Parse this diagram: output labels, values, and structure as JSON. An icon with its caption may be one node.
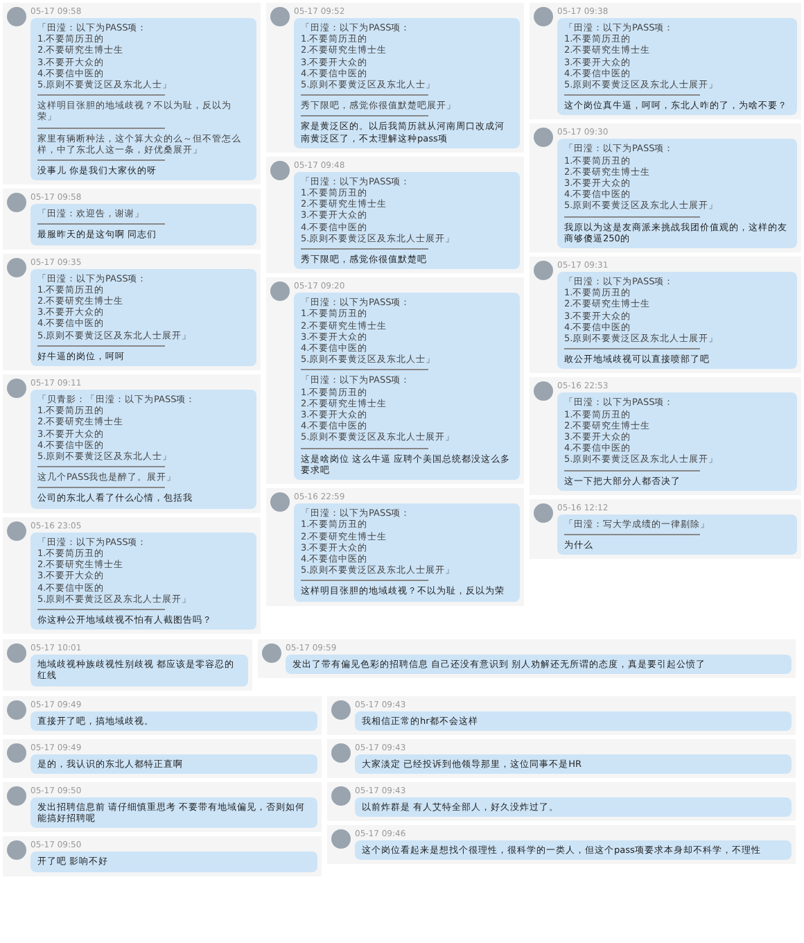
{
  "diagram": {
    "nodes": [
      {
        "text": [
          "05-17 09:58",
          "「田滢：以下为PASS项：1.不要简历丑的2.不要研究生博士生3.不要开大众的4.不要信中医的5.原则不要黄泛区及东北人士」",
          "这样明目张胆的地域歧视？不以为耻，反以为荣」",
          "家里有辆断种法，这个算大众的么～但不管怎么样，中了东北人这一条，好优桑展开」",
          "没事儿 你是我们大家伙的呀"
        ]
      },
      {
        "text": [
          "05-17 09:52",
          "「田滢：以下为PASS项：1.不要简历丑的2.不要研究生博士生3.不要开大众的4.不要信中医的5.原则不要黄泛区及东北人士」",
          "秀下限吧，感觉你很值默楚吧展开」",
          "家是黄泛区的。以后我简历就从河南周口改成河南黄泛区了，不太理解这种pass项"
        ]
      },
      {
        "text": [
          "05-17 09:38",
          "「田滢：以下为PASS项：1.不要简历丑的2.不要研究生博士生3.不要开大众的4.不要信中医的5.原则不要黄泛区及东北人士展开」",
          "这个岗位真牛逼，呵呵，东北人咋的了，为啥不要？"
        ]
      },
      {
        "text": [
          "05-17 09:58",
          "「田滢：欢迎告，谢谢」",
          "最服昨天的是这句啊 同志们"
        ]
      },
      {
        "text": [
          "05-17 09:48",
          "「田滢：以下为PASS项：1.不要简历丑的2.不要研究生博士生3.不要开大众的4.不要信中医的5.原则不要黄泛区及东北人士展开」",
          "秀下限吧，感觉你很值默楚吧"
        ]
      },
      {
        "text": [
          "05-17 09:30",
          "「田滢：以下为PASS项：1.不要简历丑的2.不要研究生博士生3.不要开大众的4.不要信中医的5.原则不要黄泛区及东北人士展开」",
          "我原以为这是友商派来挑战我团价值观的，这样的友商够傻逼250的"
        ]
      },
      {
        "text": [
          "05-17 09:35",
          "「田滢：以下为PASS项：1.不要简历丑的2.不要研究生博士生3.不要开大众的4.不要信中医的5.原则不要黄泛区及东北人士展开」",
          "好牛逼的岗位，呵呵"
        ]
      },
      {
        "text": [
          "05-17 09:20",
          "「田滢：以下为PASS项：1.不要简历丑的2.不要研究生博士生3.不要开大众的4.不要信中医的5.原则不要黄泛区及东北人士」",
          "「田滢：以下为PASS项：1.不要简历丑的2.不要研究生博士生3.不要开大众的4.不要信中医的5.原则不要黄泛区及东北人士展开」",
          "这是啥岗位 这么牛逼 应聘个美国总统都没这么多要求吧"
        ]
      },
      {
        "text": [
          "05-17 09:31",
          "「田滢：以下为PASS项：1.不要简历丑的2.不要研究生博士生3.不要开大众的4.不要信中医的5.原则不要黄泛区及东北人士展开」",
          "敢公开地域歧视可以直接喷部了吧"
        ]
      },
      {
        "text": [
          "05-17 09:11",
          "「贝青影：「田滢：以下为PASS项：1.不要简历丑的2.不要研究生博士生3.不要开大众的4.不要信中医的5.原则不要黄泛区及东北人士」",
          "这几个PASS我也是醉了。展开」",
          "公司的东北人看了什么心情，包括我"
        ]
      },
      {
        "text": [
          "05-16 23:05",
          "「田滢：以下为PASS项：1.不要简历丑的2.不要研究生博士生3.不要开大众的4.不要信中医的5.原则不要黄泛区及东北人士展开」",
          "你这种公开地域歧视不怕有人截图告吗？"
        ]
      },
      {
        "text": [
          "05-16 22:53",
          "「田滢：以下为PASS项：1.不要简历丑的2.不要研究生博士生3.不要开大众的4.不要信中医的5.原则不要黄泛区及东北人士展开」",
          "这一下把大部分人都否决了"
        ]
      },
      {
        "text": [
          "05-16 22:59",
          "「田滢：以下为PASS项：1.不要简历丑的2.不要研究生博士生3.不要开大众的4.不要信中医的5.原则不要黄泛区及东北人士展开」",
          "这样明目张胆的地域歧视？不以为耻，反以为荣"
        ]
      },
      {
        "text": [
          "05-16 12:12",
          "「田滢：写大学成绩的一律剔除」",
          "为什么"
        ]
      },
      {
        "text": [
          "05-17 10:01",
          "地域歧视种族歧视性别歧视 都应该是零容忍的红线"
        ]
      },
      {
        "text": [
          "05-17 09:59",
          "发出了带有偏见色彩的招聘信息 自己还没有意识到 别人劝解还无所谓的态度，真是要引起公愤了"
        ]
      },
      {
        "text": [
          "05-17 09:49",
          "直接开了吧，搞地域歧视。"
        ]
      },
      {
        "text": [
          "05-17 09:49",
          "是的，我认识的东北人都特正直啊"
        ]
      },
      {
        "text": [
          "05-17 09:50",
          "发出招聘信息前 请仔细慎重思考 不要带有地域偏见，否则如何能搞好招聘呢"
        ]
      },
      {
        "text": [
          "05-17 09:50",
          "开了吧 影响不好"
        ]
      },
      {
        "text": [
          "05-17 09:43",
          "我相信正常的hr都不会这样"
        ]
      },
      {
        "text": [
          "05-17 09:43",
          "大家淡定 已经投诉到他领导那里，这位同事不是HR"
        ]
      },
      {
        "text": [
          "05-17 09:43",
          "以前炸群是 有人艾特全部人，好久没炸过了。"
        ]
      },
      {
        "text": [
          "05-17 09:46",
          "这个岗位看起来是想找个很理性，很科学的一类人，但这个pass项要求本身却不科学，不理性"
        ]
      }
    ]
  }
}
